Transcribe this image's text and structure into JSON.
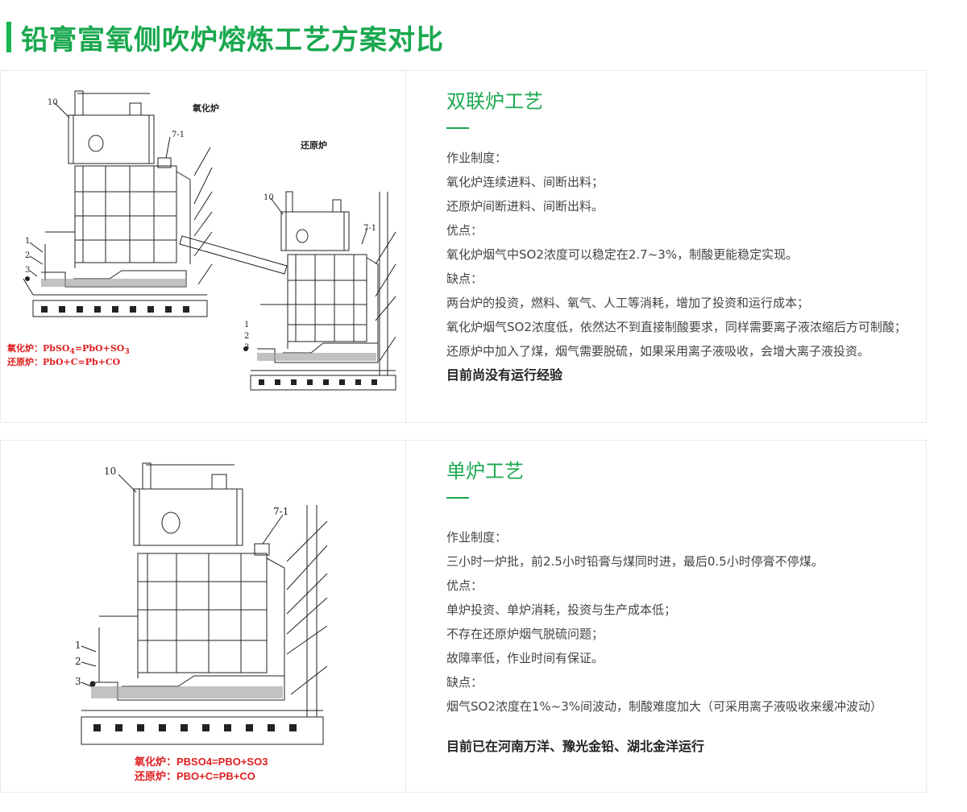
{
  "page": {
    "title": "铅膏富氧侧吹炉熔炼工艺方案对比"
  },
  "accent_color": "#1aa84f",
  "formula_color": "#e02020",
  "section1": {
    "title": "双联炉工艺",
    "diagram": {
      "label_oxidation": "氧化炉",
      "label_reduction": "还原炉",
      "label_10a": "10",
      "label_71a": "7-1",
      "label_1": "1",
      "label_2": "2",
      "label_3": "3",
      "label_10b": "10",
      "label_71b": "7-1",
      "label_1b": "1",
      "label_2b": "2",
      "label_3b": "3"
    },
    "formula_ox_prefix": "氧化炉：PbSO",
    "formula_ox_sub1": "4",
    "formula_ox_mid": "=PbO+SO",
    "formula_ox_sub2": "3",
    "formula_red": "还原炉：PbO+C=Pb+CO",
    "lines": [
      "作业制度：",
      "氧化炉连续进料、间断出料；",
      "还原炉间断进料、间断出料。",
      "优点：",
      "氧化炉烟气中SO2浓度可以稳定在2.7~3%，制酸更能稳定实现。",
      "缺点：",
      "两台炉的投资，燃料、氧气、人工等消耗，增加了投资和运行成本；",
      "氧化炉烟气SO2浓度低，依然达不到直接制酸要求，同样需要离子液浓缩后方可制酸；",
      "还原炉中加入了煤，烟气需要脱硫，如果采用离子液吸收，会增大离子液投资。"
    ],
    "conclusion": "目前尚没有运行经验"
  },
  "section2": {
    "title": "单炉工艺",
    "diagram": {
      "label_10": "10",
      "label_71": "7-1",
      "label_1": "1",
      "label_2": "2",
      "label_3": "3"
    },
    "formula_ox": "氧化炉：PBSO4=PBO+SO3",
    "formula_red": "还原炉：PBO+C=PB+CO",
    "lines": [
      "作业制度：",
      "三小时一炉批，前2.5小时铅膏与煤同时进，最后0.5小时停膏不停煤。",
      "优点：",
      "单炉投资、单炉消耗，投资与生产成本低；",
      "不存在还原炉烟气脱硫问题；",
      "故障率低，作业时间有保证。",
      "缺点：",
      "烟气SO2浓度在1%~3%间波动，制酸难度加大（可采用离子液吸收来缓冲波动）"
    ],
    "conclusion": "目前已在河南万洋、豫光金铅、湖北金洋运行"
  }
}
